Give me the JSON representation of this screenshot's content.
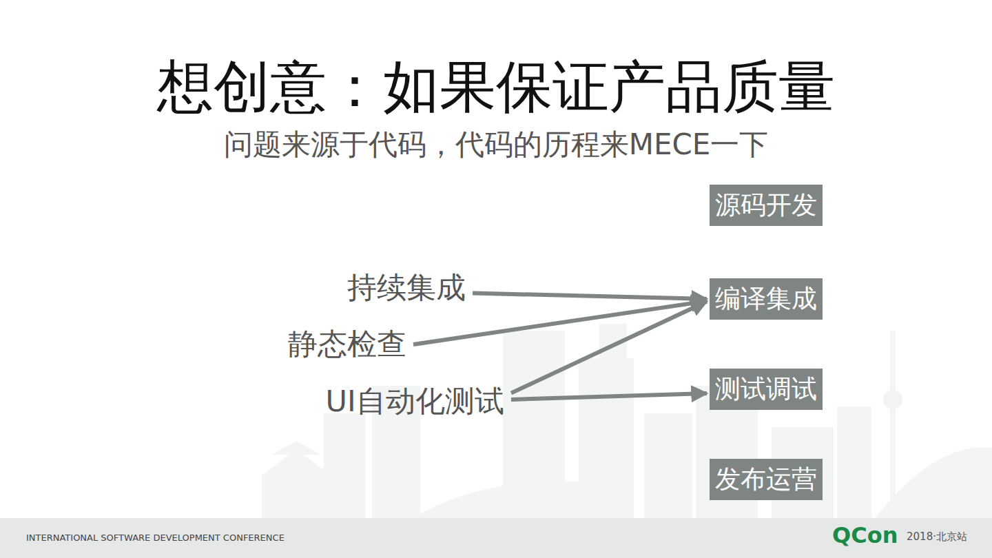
{
  "diagram": {
    "title": "想创意：如果保证产品质量",
    "caption": "问题来源于代码，代码的历程来MECE一下",
    "nodes": [
      {
        "text": [
          "源码开发"
        ]
      },
      {
        "text": [
          "持续集成"
        ]
      },
      {
        "text": [
          "编译集成"
        ]
      },
      {
        "text": [
          "静态检查"
        ]
      },
      {
        "text": [
          "测试调试"
        ]
      },
      {
        "text": [
          "UI自动化测试"
        ]
      },
      {
        "text": [
          "发布运营"
        ]
      }
    ],
    "edges": [
      {
        "from": 1,
        "to": 2,
        "arrow": "to"
      },
      {
        "from": 3,
        "to": 2,
        "arrow": "to"
      },
      {
        "from": 5,
        "to": 2,
        "arrow": "to"
      },
      {
        "from": 5,
        "to": 4,
        "arrow": "to"
      }
    ],
    "labels": [
      "INTERNATIONAL SOFTWARE DEVELOPMENT CONFERENCE",
      "QCon",
      "2018·北京站"
    ]
  }
}
